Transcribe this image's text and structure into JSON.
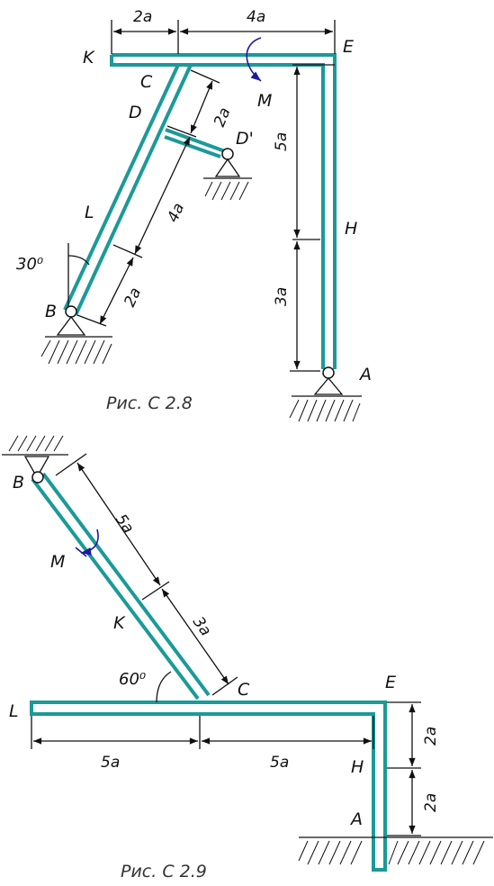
{
  "fig1": {
    "caption": "Рис. С 2.8",
    "points": {
      "K": "K",
      "E": "E",
      "C": "C",
      "D": "D",
      "D_prime": "D'",
      "L": "L",
      "B": "B",
      "H": "H",
      "A": "A",
      "M": "M"
    },
    "dims": {
      "top_left": "2a",
      "top_right": "4a",
      "cd": "2a",
      "dl": "4a",
      "lb": "2a",
      "upper_right": "5a",
      "lower_right": "3a"
    },
    "angle": "30⁰"
  },
  "fig2": {
    "caption": "Рис. С 2.9",
    "points": {
      "B": "B",
      "M": "M",
      "K": "K",
      "C": "C",
      "L": "L",
      "E": "E",
      "H": "H",
      "A": "A"
    },
    "dims": {
      "bk": "5a",
      "kc": "3a",
      "left": "5a",
      "right": "5a",
      "eh": "2a",
      "ha": "2a"
    },
    "angle": "60⁰"
  }
}
